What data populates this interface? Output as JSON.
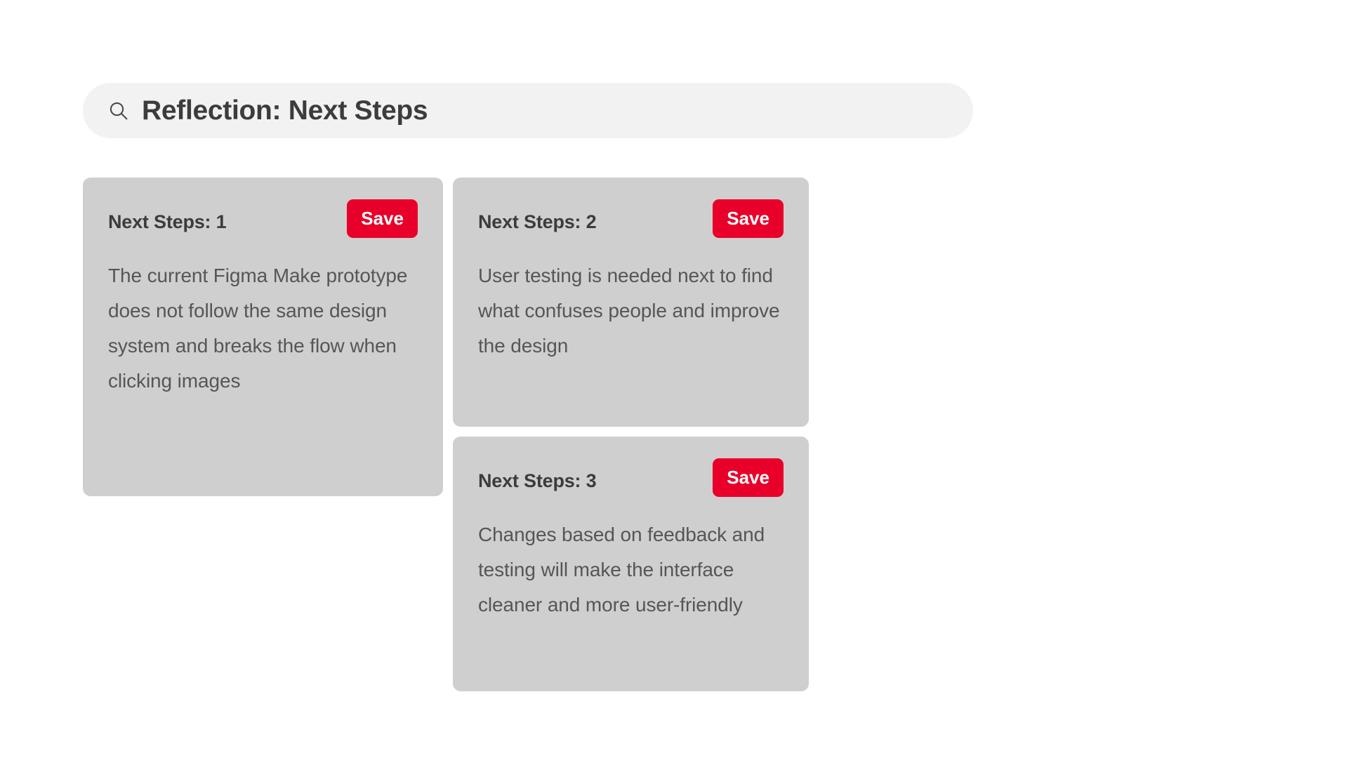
{
  "page": {
    "background": "#ffffff"
  },
  "search": {
    "icon": "search-icon",
    "title": "Reflection: Next Steps",
    "background": "#f2f2f2",
    "text_color": "#3c3c3c"
  },
  "colors": {
    "card_background": "#cfcfcf",
    "save_button": "#e8002a",
    "save_button_text": "#ffffff",
    "title_text": "#3c3c3c",
    "body_text": "#565656"
  },
  "cards": [
    {
      "title": "Next Steps: 1",
      "body": "The current Figma Make prototype does not follow the same design system and breaks the flow when clicking images",
      "save_label": "Save"
    },
    {
      "title": "Next Steps: 2",
      "body": "User testing is needed next to find what confuses people and improve the design",
      "save_label": "Save"
    },
    {
      "title": "Next Steps: 3",
      "body": "Changes based on feedback and testing will make the interface cleaner and more user-friendly",
      "save_label": "Save"
    }
  ]
}
